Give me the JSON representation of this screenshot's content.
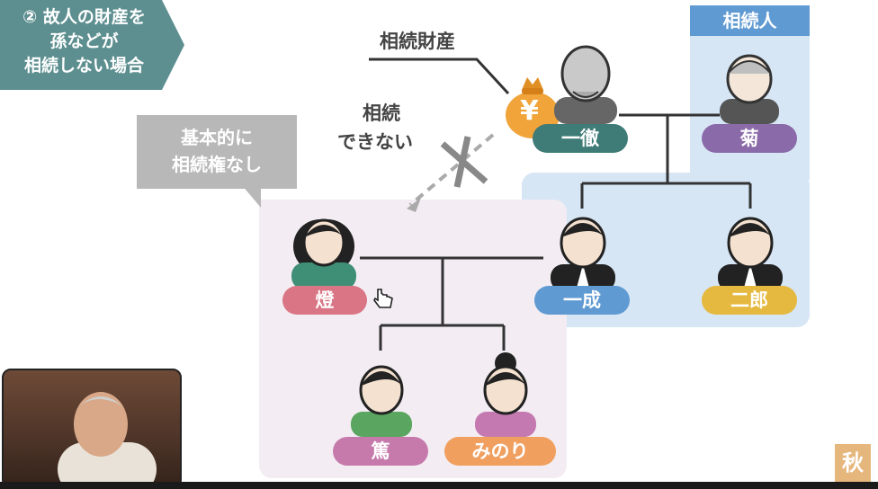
{
  "banner": {
    "lines": [
      "② 故人の財産を",
      "孫などが",
      "相続しない場合"
    ]
  },
  "callout": {
    "lines": [
      "基本的に",
      "相続権なし"
    ]
  },
  "labels": {
    "inheritance_property": "相続財産",
    "cannot_inherit_1": "相続",
    "cannot_inherit_2": "できない",
    "heirs": "相続人",
    "yen_symbol": "¥"
  },
  "people": {
    "issei_grandpa": "一徹",
    "kiku": "菊",
    "kazunari": "一成",
    "jiro": "二郎",
    "akari": "燈",
    "atsushi": "篤",
    "minori": "みのり"
  },
  "colors": {
    "banner": "#5e8f90",
    "heir_tag": "#5f9ad2",
    "teal": "#3f7b77",
    "purple": "#8a6aa8",
    "blue": "#5f9ad2",
    "yellow": "#e5b93f",
    "pink": "#d97585",
    "magenta": "#c67aac",
    "orange": "#f09f5f",
    "gold": "#f0a43a"
  },
  "watermark": {
    "text": "秋"
  }
}
